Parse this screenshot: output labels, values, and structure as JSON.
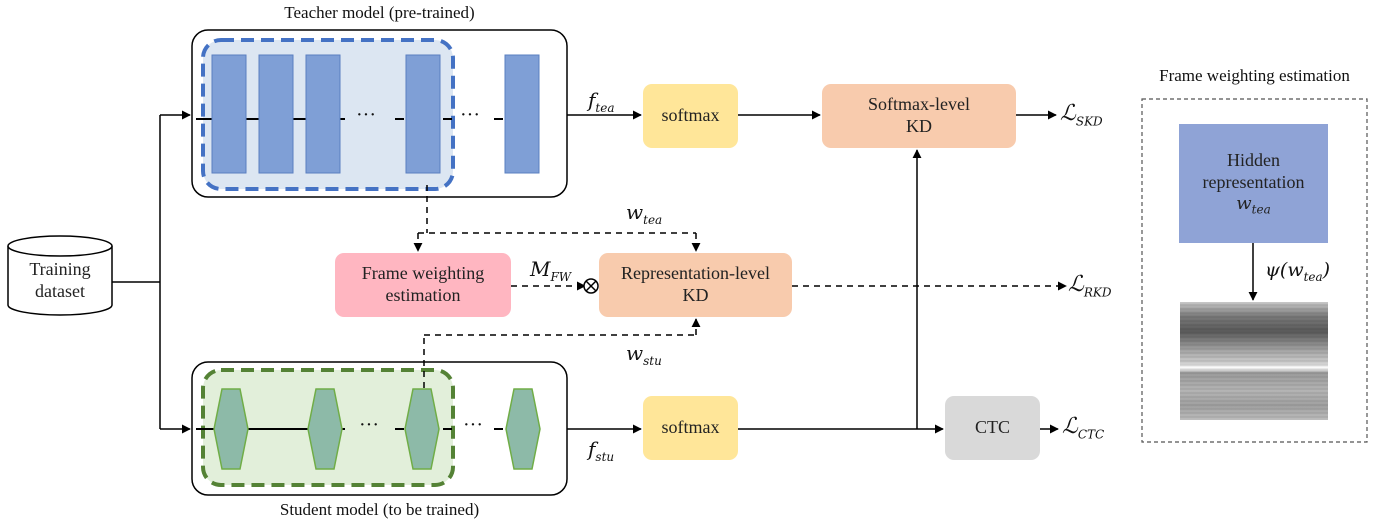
{
  "teacher": {
    "title": "Teacher model (pre-trained)",
    "feature": "f",
    "feature_sub": "tea"
  },
  "student": {
    "title": "Student model (to be trained)",
    "feature": "f",
    "feature_sub": "stu"
  },
  "training_dataset": {
    "line1": "Training",
    "line2": "dataset"
  },
  "softmax_top": "softmax",
  "softmax_bottom": "softmax",
  "softmax_kd": {
    "line1": "Softmax-level",
    "line2": "KD"
  },
  "representation_kd": {
    "line1": "Representation-level",
    "line2": "KD"
  },
  "frame_weighting": {
    "line1": "Frame weighting",
    "line2": "estimation"
  },
  "ctc": "CTC",
  "weights": {
    "w_tea": {
      "sym": "w",
      "sub": "tea"
    },
    "w_stu": {
      "sym": "w",
      "sub": "stu"
    },
    "m_fw": {
      "sym": "M",
      "sub": "FW"
    }
  },
  "losses": {
    "skd": {
      "sym": "ℒ",
      "sub": "SKD"
    },
    "rkd": {
      "sym": "ℒ",
      "sub": "RKD"
    },
    "ctc": {
      "sym": "ℒ",
      "sub": "CTC"
    }
  },
  "inset": {
    "title": "Frame weighting estimation",
    "hidden_line1": "Hidden",
    "hidden_line2": "representation",
    "hidden_sym": "w",
    "hidden_sub": "tea",
    "psi_prefix": "ψ(",
    "psi_sym": "w",
    "psi_sub": "tea",
    "psi_suffix": ")"
  },
  "ellipsis": "···",
  "colors": {
    "teacher_block": "#7f9fd6",
    "teacher_dash": "#4472c4",
    "teacher_fill": "#dce6f2",
    "student_block": "#8dbaa8",
    "student_dash": "#548235",
    "student_fill": "#e2efda",
    "softmax": "#ffe699",
    "kd": "#f8cbad",
    "frame_weighting": "#ffb6c1",
    "ctc": "#d9d9d9",
    "hidden": "#8fa3d6"
  }
}
